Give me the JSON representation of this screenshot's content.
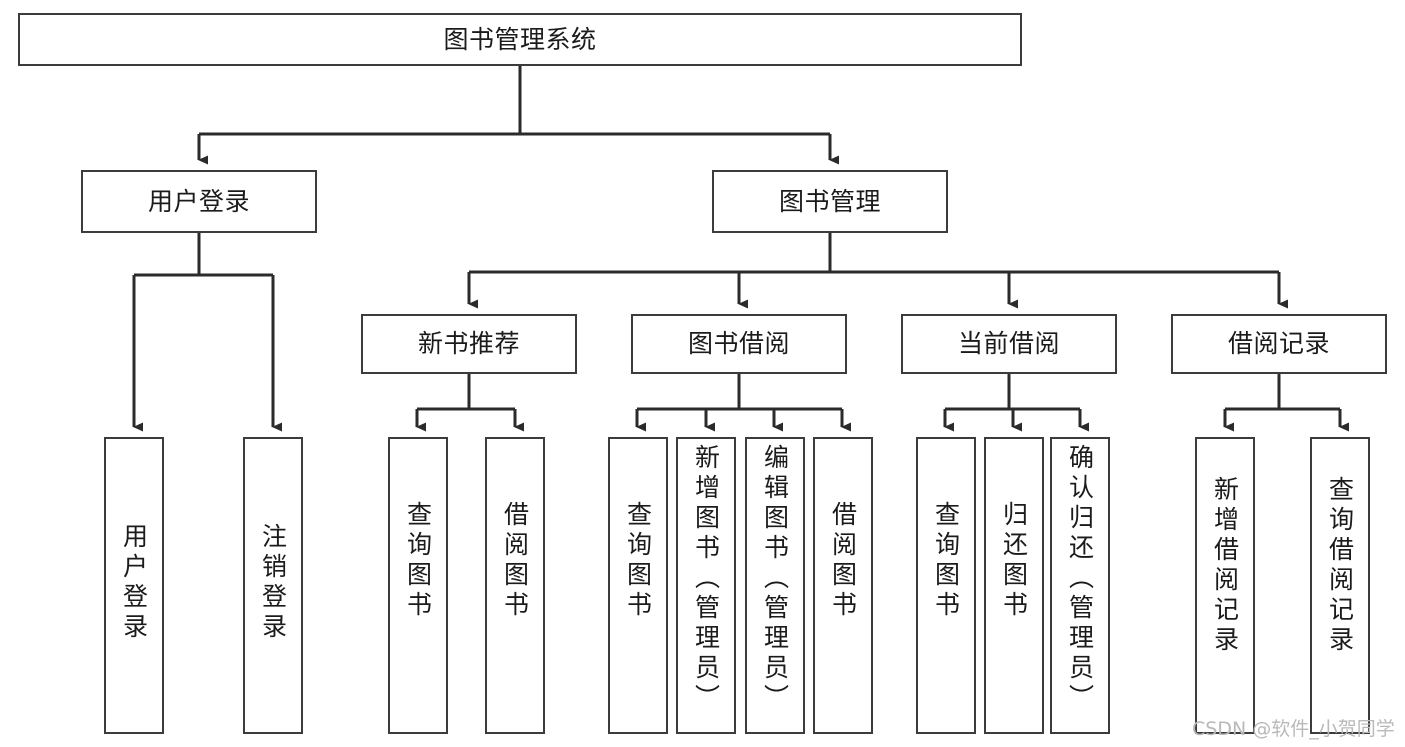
{
  "diagram": {
    "type": "tree-hierarchy",
    "title": "图书管理系统",
    "orientation": "top-down",
    "colors": {
      "box_stroke": "#3c3c3c",
      "connector": "#2b2b2b",
      "background": "#ffffff",
      "text": "#1b1b1b",
      "watermark": "#b9b9b9"
    },
    "nodes": {
      "root": {
        "label": "图书管理系统"
      },
      "level2": [
        {
          "id": "user-login",
          "label": "用户登录"
        },
        {
          "id": "book-management",
          "label": "图书管理"
        }
      ],
      "level3": [
        {
          "id": "new-book-recommend",
          "label": "新书推荐"
        },
        {
          "id": "book-borrow",
          "label": "图书借阅"
        },
        {
          "id": "current-borrow",
          "label": "当前借阅"
        },
        {
          "id": "borrow-record",
          "label": "借阅记录"
        }
      ],
      "leaves": {
        "user-login": [
          {
            "id": "leaf-user-login",
            "label": "用户登录"
          },
          {
            "id": "leaf-logout-login",
            "label": "注销登录"
          }
        ],
        "new-book-recommend": [
          {
            "id": "leaf-query-book-1",
            "label": "查询图书"
          },
          {
            "id": "leaf-borrow-book-1",
            "label": "借阅图书"
          }
        ],
        "book-borrow": [
          {
            "id": "leaf-query-book-2",
            "label": "查询图书"
          },
          {
            "id": "leaf-add-book",
            "label": "新增图书（管理员）"
          },
          {
            "id": "leaf-edit-book",
            "label": "编辑图书（管理员）"
          },
          {
            "id": "leaf-borrow-book-2",
            "label": "借阅图书"
          }
        ],
        "current-borrow": [
          {
            "id": "leaf-query-book-3",
            "label": "查询图书"
          },
          {
            "id": "leaf-return-book",
            "label": "归还图书"
          },
          {
            "id": "leaf-confirm-return",
            "label": "确认归还（管理员）"
          }
        ],
        "borrow-record": [
          {
            "id": "leaf-add-record",
            "label": "新增借阅记录"
          },
          {
            "id": "leaf-query-record",
            "label": "查询借阅记录"
          }
        ]
      }
    }
  },
  "watermark": {
    "text": "CSDN @软件_小贺同学"
  }
}
